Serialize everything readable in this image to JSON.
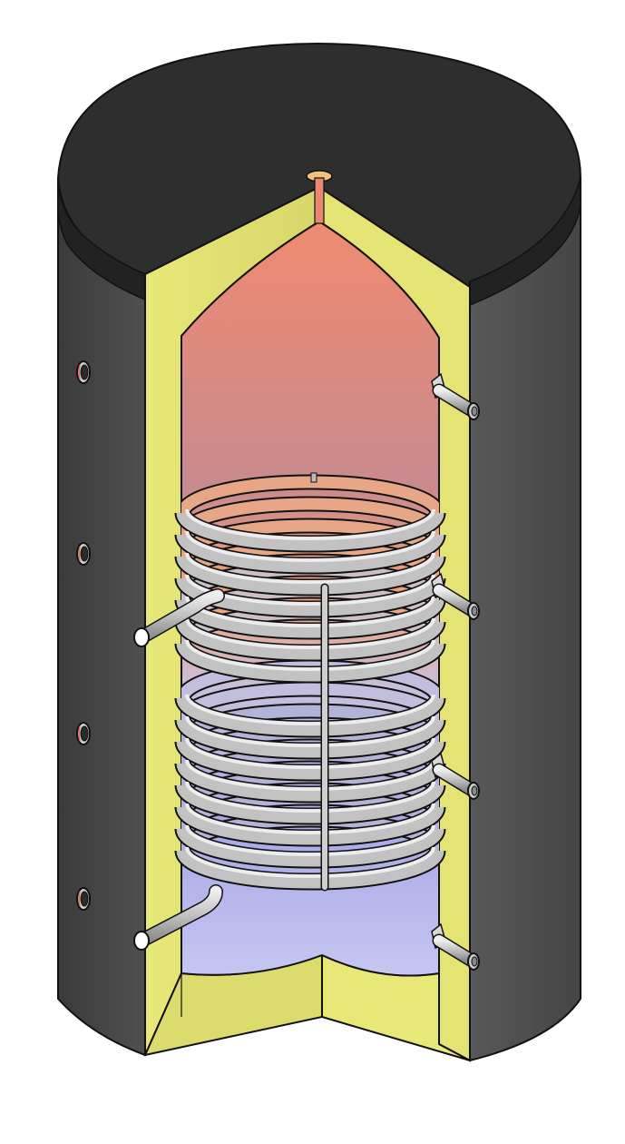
{
  "colors": {
    "background": "#ffffff",
    "jacket": "#4a4a4a",
    "lid": "#2e2e2e",
    "insulation": "#e6e676",
    "hot_water": "#ee8a70",
    "cold_water": "#b4b4ea",
    "coil": "#bdbdbd",
    "outline": "#111111"
  },
  "coil": {
    "upper_turns": 7,
    "lower_turns": 8
  },
  "side_ports": 4,
  "rear_sockets": 4
}
